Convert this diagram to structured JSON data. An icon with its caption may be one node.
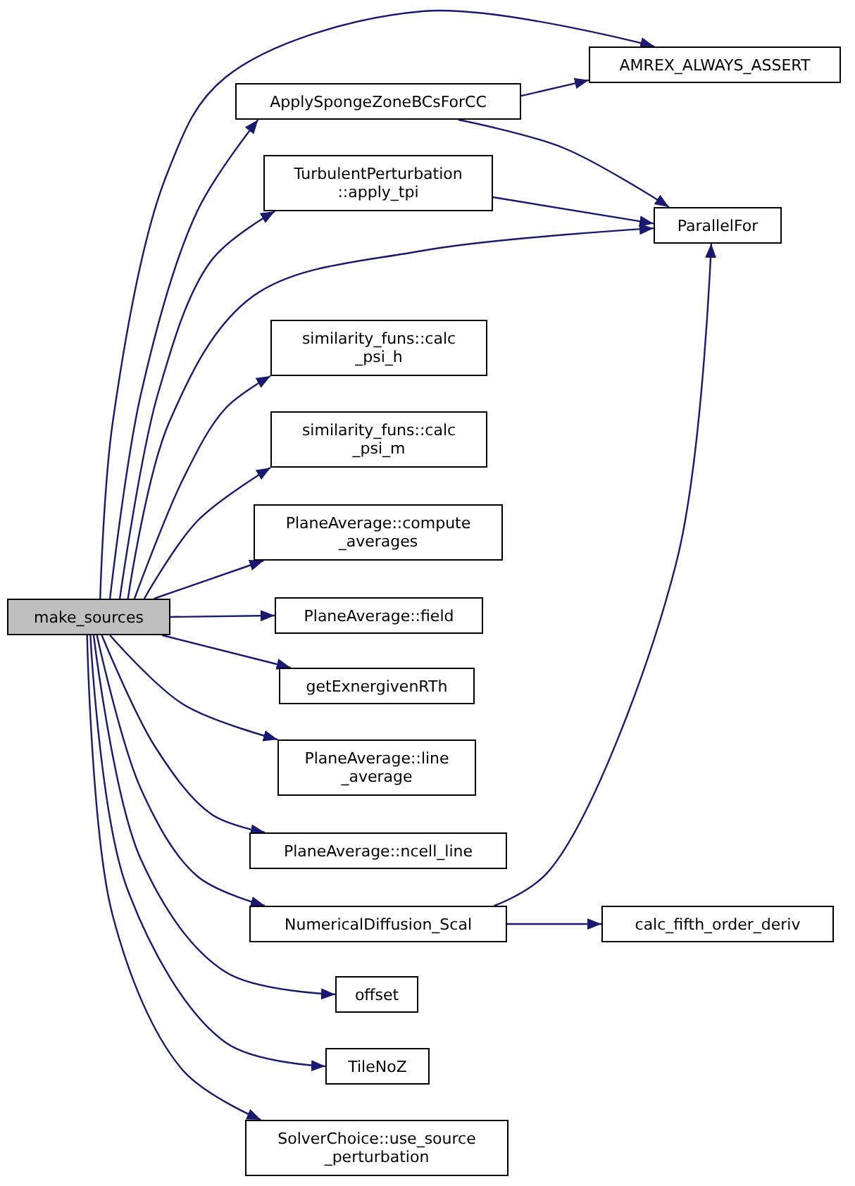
{
  "diagram": {
    "nodes": [
      {
        "text": [
          "make_sources"
        ]
      },
      {
        "text": [
          "AMREX_ALWAYS_ASSERT"
        ]
      },
      {
        "text": [
          "ApplySpongeZoneBCsForCC"
        ]
      },
      {
        "text": [
          "TurbulentPerturbation ::apply_tpi"
        ]
      },
      {
        "text": [
          "ParallelFor"
        ]
      },
      {
        "text": [
          "similarity_funs::calc _psi_h"
        ]
      },
      {
        "text": [
          "similarity_funs::calc _psi_m"
        ]
      },
      {
        "text": [
          "PlaneAverage::compute _averages"
        ]
      },
      {
        "text": [
          "PlaneAverage::field"
        ]
      },
      {
        "text": [
          "getExnergivenRTh"
        ]
      },
      {
        "text": [
          "PlaneAverage::line _average"
        ]
      },
      {
        "text": [
          "PlaneAverage::ncell_line"
        ]
      },
      {
        "text": [
          "NumericalDiffusion_Scal"
        ]
      },
      {
        "text": [
          "calc_fifth_order_deriv"
        ]
      },
      {
        "text": [
          "offset"
        ]
      },
      {
        "text": [
          "TileNoZ"
        ]
      },
      {
        "text": [
          "SolverChoice::use_source _perturbation"
        ]
      }
    ],
    "edges": [
      {
        "from": 0,
        "to": 1,
        "arrow": "to"
      },
      {
        "from": 0,
        "to": 2,
        "arrow": "to"
      },
      {
        "from": 0,
        "to": 3,
        "arrow": "to"
      },
      {
        "from": 0,
        "to": 4,
        "arrow": "to"
      },
      {
        "from": 0,
        "to": 5,
        "arrow": "to"
      },
      {
        "from": 0,
        "to": 6,
        "arrow": "to"
      },
      {
        "from": 0,
        "to": 7,
        "arrow": "to"
      },
      {
        "from": 0,
        "to": 8,
        "arrow": "to"
      },
      {
        "from": 0,
        "to": 9,
        "arrow": "to"
      },
      {
        "from": 0,
        "to": 10,
        "arrow": "to"
      },
      {
        "from": 0,
        "to": 11,
        "arrow": "to"
      },
      {
        "from": 0,
        "to": 12,
        "arrow": "to"
      },
      {
        "from": 0,
        "to": 14,
        "arrow": "to"
      },
      {
        "from": 0,
        "to": 15,
        "arrow": "to"
      },
      {
        "from": 0,
        "to": 16,
        "arrow": "to"
      },
      {
        "from": 2,
        "to": 1,
        "arrow": "to"
      },
      {
        "from": 2,
        "to": 4,
        "arrow": "to"
      },
      {
        "from": 3,
        "to": 4,
        "arrow": "to"
      },
      {
        "from": 12,
        "to": 4,
        "arrow": "to"
      },
      {
        "from": 12,
        "to": 13,
        "arrow": "to"
      }
    ]
  }
}
